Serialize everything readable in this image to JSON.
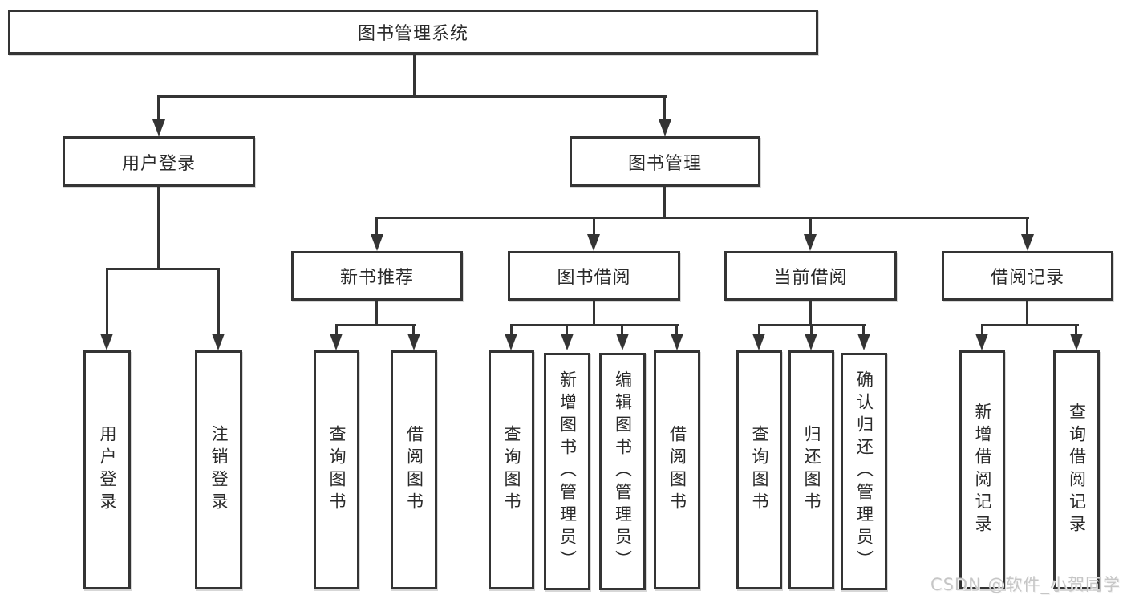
{
  "diagram": {
    "root": {
      "label": "图书管理系统"
    },
    "branches": [
      {
        "label": "用户登录",
        "children": [
          {
            "label": "用户登录"
          },
          {
            "label": "注销登录"
          }
        ]
      },
      {
        "label": "图书管理",
        "children": [
          {
            "label": "新书推荐",
            "children": [
              {
                "label": "查询图书"
              },
              {
                "label": "借阅图书"
              }
            ]
          },
          {
            "label": "图书借阅",
            "children": [
              {
                "label": "查询图书"
              },
              {
                "label": "新增图书（管理员）"
              },
              {
                "label": "编辑图书（管理员）"
              },
              {
                "label": "借阅图书"
              }
            ]
          },
          {
            "label": "当前借阅",
            "children": [
              {
                "label": "查询图书"
              },
              {
                "label": "归还图书"
              },
              {
                "label": "确认归还（管理员）"
              }
            ]
          },
          {
            "label": "借阅记录",
            "children": [
              {
                "label": "新增借阅记录"
              },
              {
                "label": "查询借阅记录"
              }
            ]
          }
        ]
      }
    ],
    "watermark": "CSDN @软件_小贺同学",
    "colors": {
      "line": "#343434",
      "box_border": "#343434",
      "text": "#2a2a2a",
      "watermark": "#c6c6c6",
      "background": "#ffffff"
    }
  }
}
